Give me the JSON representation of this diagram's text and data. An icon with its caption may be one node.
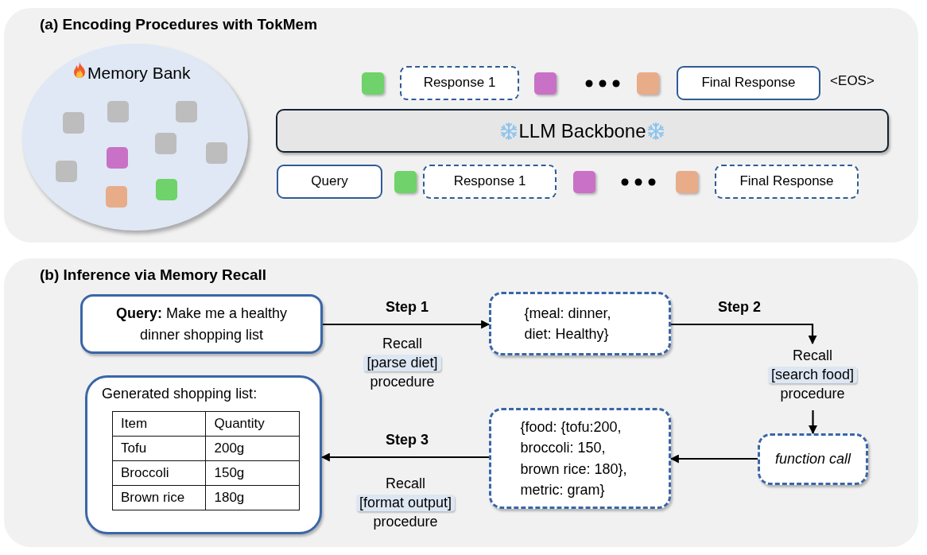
{
  "diagram": {
    "nodes": [
      {
        "text": [
          "(a) Encoding Procedures with TokMem"
        ]
      },
      {
        "text": [
          "Memory Bank"
        ],
        "in": 0
      },
      {
        "text": [
          "Response 1"
        ],
        "in": 0
      },
      {
        "text": [
          "Final Response"
        ],
        "in": 0
      },
      {
        "text": [
          "LLM Backbone"
        ],
        "in": 0
      },
      {
        "text": [
          "Query"
        ],
        "in": 0
      },
      {
        "text": [
          "Response 1"
        ],
        "in": 0
      },
      {
        "text": [
          "Final Response"
        ],
        "in": 0
      },
      {
        "text": [
          "(b) Inference via Memory Recall"
        ]
      },
      {
        "text": [
          "**Query:** Make me a healthy dinner shopping list"
        ],
        "in": 8
      },
      {
        "text": [
          "{meal: dinner, diet: Healthy}"
        ],
        "in": 8
      },
      {
        "text": [
          "Recall",
          "[search food]",
          "procedure"
        ],
        "in": 8
      },
      {
        "text": [
          "Generated shopping list:",
          "Item",
          "Quantity",
          "Tofu",
          "200g",
          "Broccoli",
          "150g",
          "Brown rice",
          "180g"
        ],
        "in": 8
      },
      {
        "text": [
          "{food: {tofu:200, broccoli: 150, brown rice: 180}, metric: gram}"
        ],
        "in": 8
      },
      {
        "text": [
          "function call"
        ],
        "in": 8
      },
      {
        "text": [
          "Recall",
          "[parse diet]",
          "procedure"
        ],
        "in": 8
      },
      {
        "text": [
          "Recall",
          "[format output]",
          "procedure"
        ],
        "in": 8
      }
    ],
    "edges": [
      {
        "from": 9,
        "to": 10,
        "arrow": "to",
        "label": "Step 1"
      },
      {
        "from": 10,
        "to": 11,
        "arrow": "to",
        "label": "Step 2"
      },
      {
        "from": 11,
        "to": 14,
        "arrow": "to"
      },
      {
        "from": 14,
        "to": 13,
        "arrow": "to"
      },
      {
        "from": 13,
        "to": 12,
        "arrow": "to",
        "label": "Step 3"
      }
    ],
    "labels": [
      "<EOS>"
    ]
  }
}
